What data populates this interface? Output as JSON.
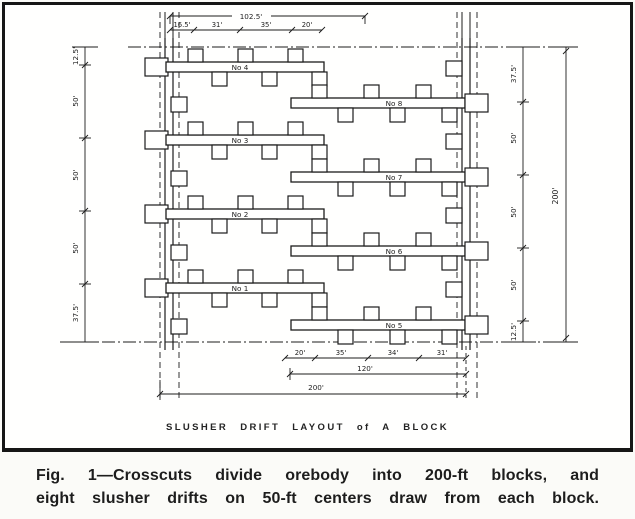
{
  "figure": {
    "title": "SLUSHER DRIFT LAYOUT of A BLOCK",
    "caption_line1": "Fig. 1—Crosscuts divide orebody into 200-ft blocks, and",
    "caption_line2": "eight slusher drifts on 50-ft centers draw from each block."
  },
  "diagram": {
    "ink_color": "#1c1c1c",
    "paper_color": "#fffffe",
    "left_drift_labels": [
      "No 4",
      "No 3",
      "No 2",
      "No 1"
    ],
    "right_drift_labels": [
      "No 8",
      "No 7",
      "No 6",
      "No 5"
    ],
    "dims": {
      "top_total": "102.5'",
      "top_segments": [
        "16.5'",
        "31'",
        "35'",
        "20'"
      ],
      "left_chain": [
        "12.5'",
        "50'",
        "50'",
        "50'",
        "37.5'"
      ],
      "right_chain": [
        "37.5'",
        "50'",
        "50'",
        "50'",
        "12.5'"
      ],
      "right_total": "200'",
      "bottom_segments": [
        "20'",
        "35'",
        "34'",
        "31'"
      ],
      "bottom_mid": "120'",
      "bottom_total": "200'"
    }
  }
}
